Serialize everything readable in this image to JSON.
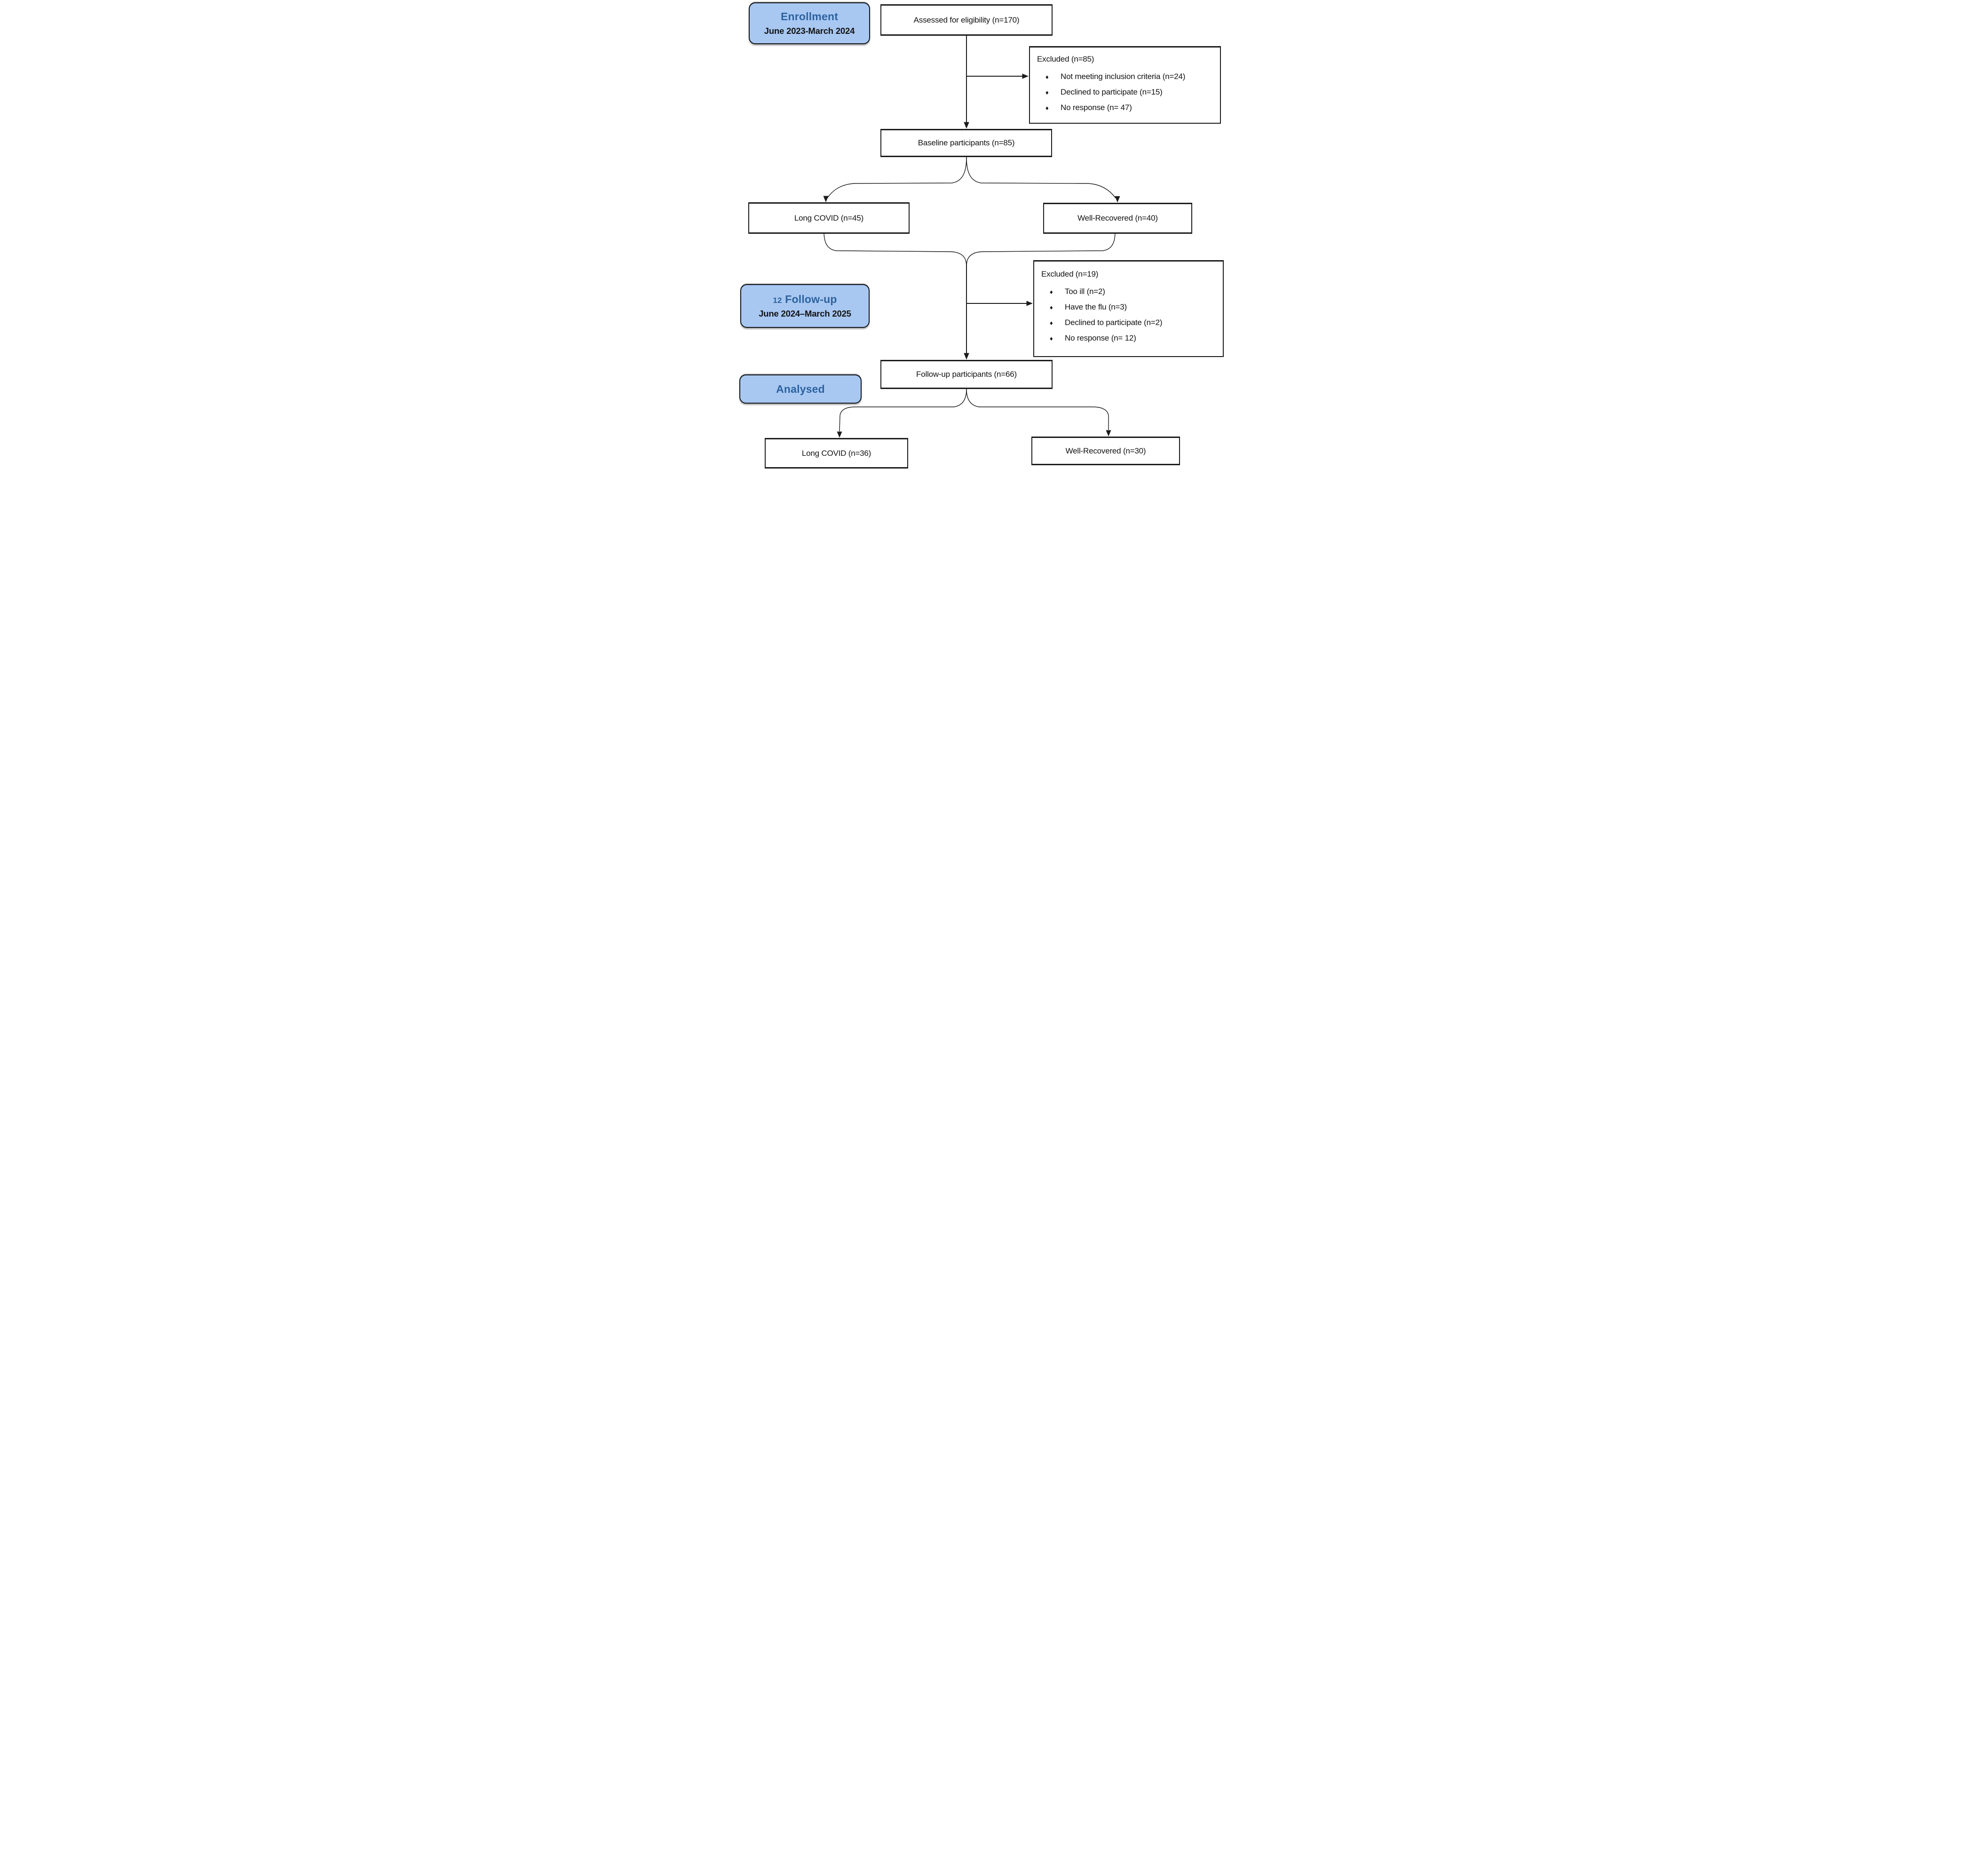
{
  "figure": {
    "type": "consort-flow-diagram",
    "background": "#ffffff",
    "colors": {
      "stage_fill": "#A8C8F2",
      "stage_border": "#14181d",
      "stage_title_text": "#2D629F",
      "stage_dates_text": "#121212",
      "node_border": "#1c1c1c",
      "node_text": "#121212",
      "connector_line": "#1c1c1c"
    },
    "stages": {
      "enrollment": {
        "title": "Enrollment",
        "dates": "June 2023-March 2024"
      },
      "followup": {
        "prefix": "12",
        "title": "Follow-up",
        "dates": "June 2024–March 2025"
      },
      "analysed": {
        "title": "Analysed"
      }
    },
    "nodes": {
      "assessed": {
        "label": "Assessed for eligibility (n=170)"
      },
      "baseline": {
        "label": "Baseline participants (n=85)"
      },
      "long_covid_baseline": {
        "label": "Long COVID (n=45)"
      },
      "well_recovered_baseline": {
        "label": "Well-Recovered (n=40)"
      },
      "followup_participants": {
        "label": "Follow-up participants (n=66)"
      },
      "long_covid_followup": {
        "label": "Long COVID (n=36)"
      },
      "well_recovered_followup": {
        "label": "Well-Recovered (n=30)"
      }
    },
    "exclusions": {
      "enrollment": {
        "title": "Excluded (n=85)",
        "bullet": "♦",
        "items": [
          "Not meeting inclusion criteria (n=24)",
          "Declined to participate (n=15)",
          "No response (n= 47)"
        ]
      },
      "followup": {
        "title": "Excluded (n=19)",
        "bullet": "♦",
        "items": [
          "Too ill (n=2)",
          "Have the flu (n=3)",
          "Declined to participate (n=2)",
          "No response (n= 12)"
        ]
      }
    }
  }
}
